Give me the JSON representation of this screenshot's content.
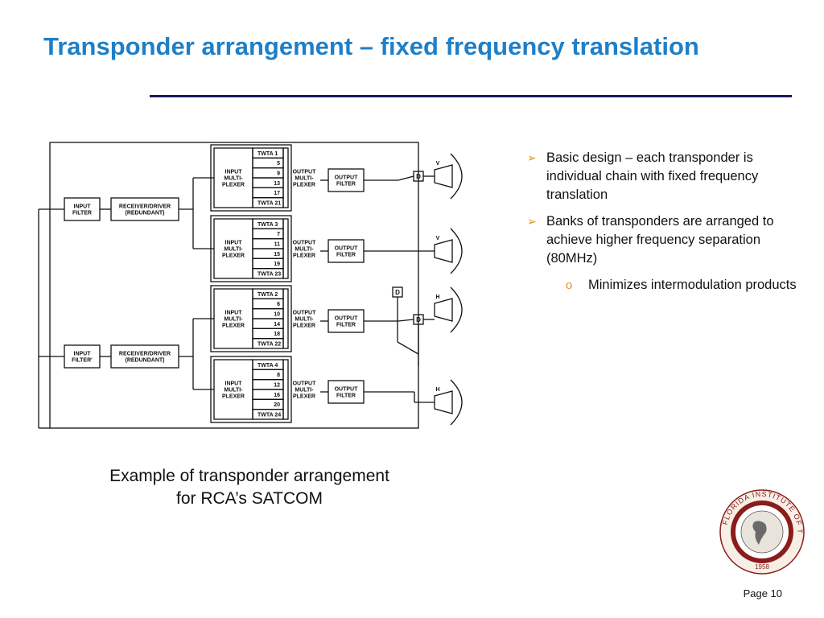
{
  "slide": {
    "title": "Transponder arrangement – fixed frequency translation",
    "page": "Page 10"
  },
  "diagram": {
    "receivers": [
      {
        "filter": [
          "INPUT",
          "FILTER"
        ],
        "driver": [
          "RECEIVER/DRIVER",
          "(REDUNDANT)"
        ]
      },
      {
        "filter": [
          "INPUT",
          "FILTER'"
        ],
        "driver": [
          "RECEIVER/DRIVER",
          "(REDUNDANT)"
        ]
      }
    ],
    "banks": [
      {
        "channels": [
          "TWTA 1",
          "5",
          "9",
          "13",
          "17",
          "TWTA 21"
        ]
      },
      {
        "channels": [
          "TWTA 3",
          "7",
          "11",
          "15",
          "19",
          "TWTA 23"
        ]
      },
      {
        "channels": [
          "TWTA 2",
          "6",
          "10",
          "14",
          "18",
          "TWTA 22"
        ]
      },
      {
        "channels": [
          "TWTA 4",
          "8",
          "12",
          "16",
          "20",
          "TWTA 24"
        ]
      }
    ],
    "input_mux": [
      "INPUT",
      "MULTI-",
      "PLEXER"
    ],
    "output_mux": [
      "OUTPUT",
      "MULTI-",
      "PLEXER"
    ],
    "output_filter": [
      "OUTPUT",
      "FILTER"
    ],
    "diplexer": "D",
    "polarizations": {
      "v": "V",
      "h": "H"
    }
  },
  "bullets": [
    {
      "text": "Basic design – each transponder is individual chain with fixed frequency translation"
    },
    {
      "text": "Banks of transponders are arranged to achieve higher frequency separation (80MHz)",
      "sub": [
        "Minimizes intermodulation products"
      ]
    }
  ],
  "caption": {
    "line1": "Example of transponder arrangement",
    "line2": "for RCA’s SATCOM"
  },
  "seal": {
    "text": "FLORIDA INSTITUTE OF TECHNOLOGY",
    "year": "1958"
  },
  "colors": {
    "title": "#1f7fc7",
    "rule": "#1a1a5e",
    "bullet": "#e0931a",
    "seal_ring": "#8b1c1c"
  }
}
